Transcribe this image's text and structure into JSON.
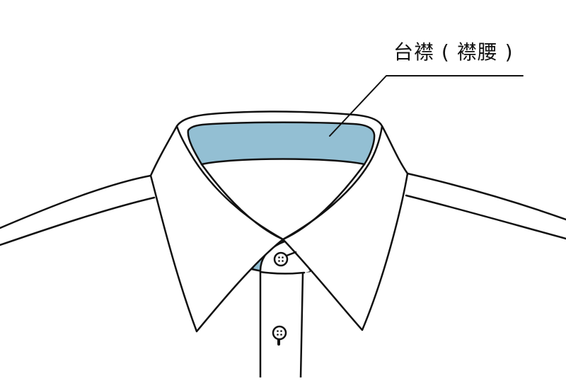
{
  "diagram": {
    "subject": "shirt-collar",
    "callout": {
      "label": "台襟（襟腰）",
      "label_text": "台襟 ( 襟腰 )",
      "target": "collar-band"
    },
    "colors": {
      "highlight": "#93bfd3",
      "stroke": "#111111",
      "fill": "#ffffff",
      "background": "#ffffff"
    },
    "parts": [
      "collar-band",
      "collar-leaf",
      "placket",
      "shoulder-seams",
      "collar-button",
      "placket-button"
    ]
  }
}
